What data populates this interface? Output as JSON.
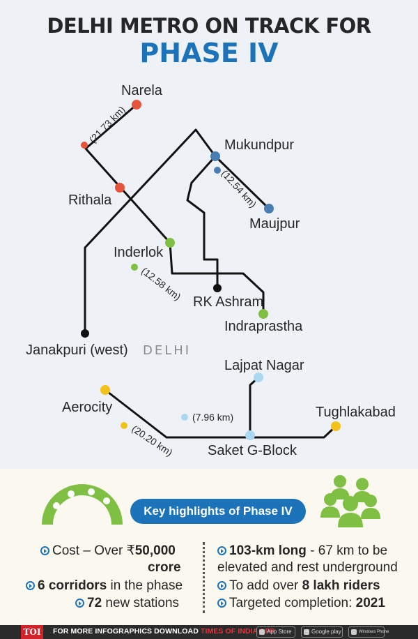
{
  "title": {
    "line1": "DELHI METRO ON TRACK FOR",
    "line2": "PHASE IV"
  },
  "map": {
    "city_label": "DELHI",
    "stations": {
      "narela": "Narela",
      "rithala": "Rithala",
      "mukundpur": "Mukundpur",
      "maujpur": "Maujpur",
      "inderlok": "Inderlok",
      "rk_ashram": "RK Ashram",
      "indraprastha": "Indraprastha",
      "janakpuri": "Janakpuri (west)",
      "lajpat_nagar": "Lajpat Nagar",
      "aerocity": "Aerocity",
      "tughlakabad": "Tughlakabad",
      "saket": "Saket G-Block"
    },
    "distances": {
      "rithala_narela": "(21.73 km)",
      "mukundpur_maujpur": "(12.54 km)",
      "inderlok_indraprastha": "(12.58 km)",
      "lajpat_saket": "(7.96 km)",
      "aerocity_tughlakabad": "(20.20 km)"
    },
    "colors": {
      "line": "#111111",
      "rithala_narela": "#e4553b",
      "mukundpur_maujpur": "#4a7db2",
      "inderlok_indraprastha": "#7fbf43",
      "lajpat_saket": "#a9d8f0",
      "aerocity_tughlakabad": "#f2c21b",
      "interchange_dot": "#111111"
    }
  },
  "highlights": {
    "banner": "Key highlights of Phase IV",
    "left": {
      "cost_prefix": "Cost – Over ₹",
      "cost_value": "50,000",
      "cost_unit": "crore",
      "corridors_value": "6 corridors",
      "corridors_suffix": " in the phase",
      "stations_value": "72",
      "stations_suffix": " new stations"
    },
    "right": {
      "length_value": "103-km long",
      "length_suffix": " - 67 km to be",
      "length_line2": "elevated and rest underground",
      "riders_prefix": "To add over ",
      "riders_value": "8 lakh riders",
      "completion_prefix": "Targeted completion: ",
      "completion_value": "2021"
    },
    "colors": {
      "accent": "#1c73b9",
      "icon_green": "#7fbf43"
    }
  },
  "footer": {
    "logo": "TOI",
    "text_prefix": "FOR MORE  INFOGRAPHICS DOWNLOAD ",
    "text_brand": "TIMES OF INDIA APP",
    "badges": {
      "appstore": "App Store",
      "googleplay": "Google play",
      "windows": "Windows Phone"
    }
  }
}
